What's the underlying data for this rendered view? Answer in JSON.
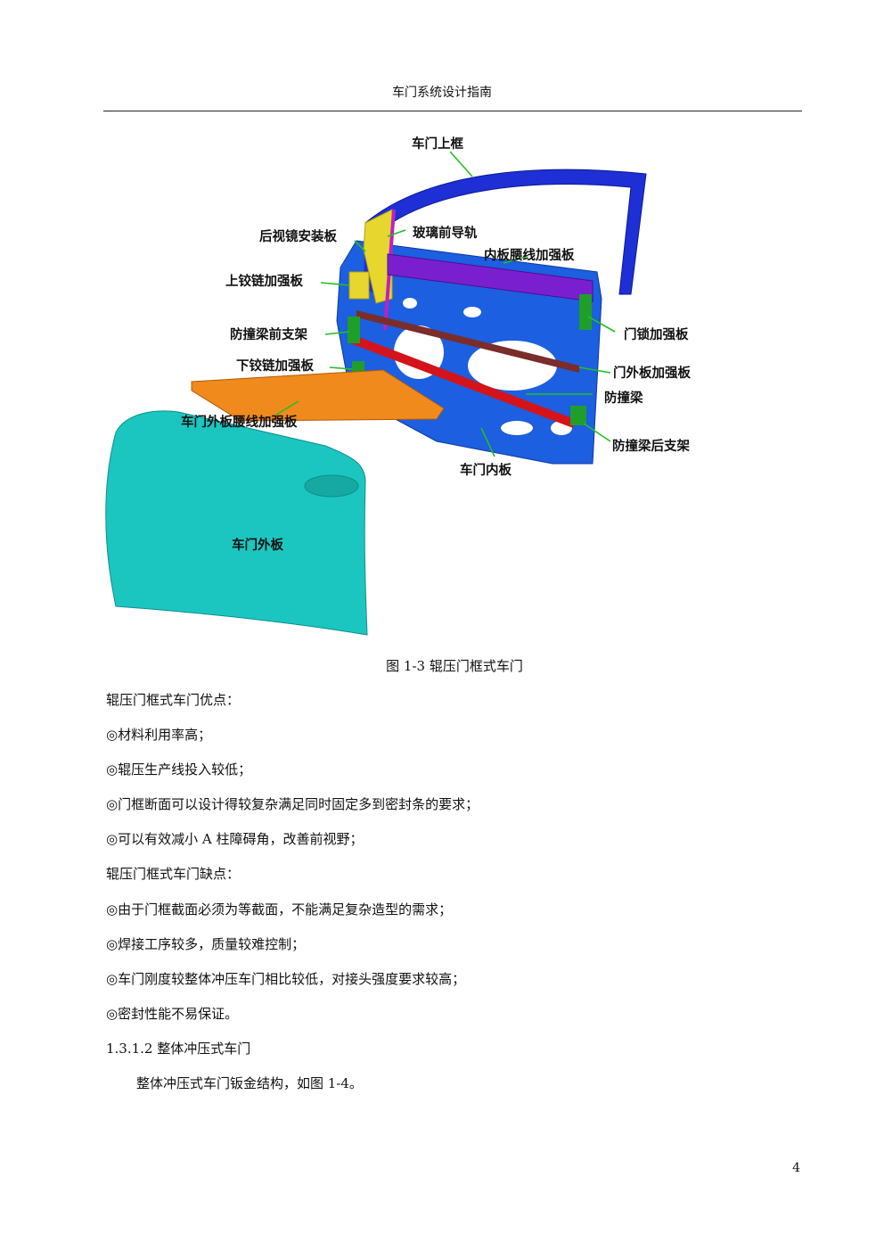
{
  "header": {
    "title": "车门系统设计指南"
  },
  "figure": {
    "labels": {
      "upper_frame": "车门上框",
      "mirror_plate": "后视镜安装板",
      "glass_front_guide": "玻璃前导轨",
      "inner_belt_reinf": "内板腰线加强板",
      "upper_hinge_reinf": "上铰链加强板",
      "beam_front_bracket": "防撞梁前支架",
      "lock_reinf": "门锁加强板",
      "lower_hinge_reinf": "下铰链加强板",
      "outer_panel_reinf": "门外板加强板",
      "impact_beam": "防撞梁",
      "outer_belt_reinf": "车门外板腰线加强板",
      "beam_rear_bracket": "防撞梁后支架",
      "inner_panel": "车门内板",
      "outer_panel": "车门外板"
    },
    "colors": {
      "frame": "#1f2fd6",
      "inner_panel": "#1c5fe0",
      "glass_guide": "#e6d62e",
      "belt_reinf": "#7a1fd0",
      "impact_beam": "#d4141a",
      "outer_reinf": "#7a2d2a",
      "brackets": "#1f9e2a",
      "outer_belt": "#f08a1c",
      "outer_panel": "#1cc6c0",
      "leader": "#22c022"
    }
  },
  "caption": "图 1-3 辊压门框式车门",
  "body": {
    "advantages_title": "辊压门框式车门优点：",
    "adv1": "◎材料利用率高；",
    "adv2": "◎辊压生产线投入较低；",
    "adv3": "◎门框断面可以设计得较复杂满足同时固定多到密封条的要求；",
    "adv4": "◎可以有效减小 A 柱障碍角，改善前视野；",
    "disadvantages_title": "辊压门框式车门缺点：",
    "dis1": "◎由于门框截面必须为等截面，不能满足复杂造型的需求；",
    "dis2": "◎焊接工序较多，质量较难控制；",
    "dis3": "◎车门刚度较整体冲压车门相比较低，对接头强度要求较高；",
    "dis4": "◎密封性能不易保证。",
    "section_heading": "1.3.1.2 整体冲压式车门",
    "intro": "整体冲压式车门钣金结构，如图 1-4。"
  },
  "page_number": "4"
}
